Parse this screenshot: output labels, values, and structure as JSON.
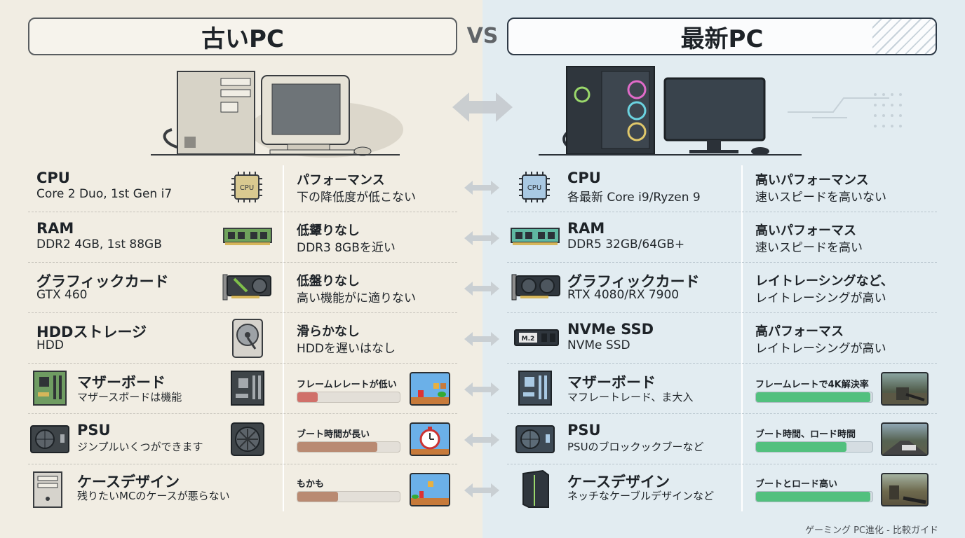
{
  "title_left": "古いPC",
  "title_right": "最新PC",
  "vs": "VS",
  "old": {
    "rows": [
      {
        "label": "CPU",
        "sub": "Core 2 Duo, 1st Gen i7",
        "cmp1": "パフォーマンス",
        "cmp2": "下の降低度が低こない"
      },
      {
        "label": "RAM",
        "sub": "DDR2 4GB, 1st 88GB",
        "cmp1": "低顰りなし",
        "cmp2": "DDR3 8GBを近い"
      },
      {
        "label": "グラフィックカード",
        "sub": "GTX 460",
        "cmp1": "低盤りなし",
        "cmp2": "高い機能がに適りない"
      },
      {
        "label": "HDDストレージ",
        "sub": "HDD",
        "cmp1": "滑らかなし",
        "cmp2": "HDDを遅いはなし"
      },
      {
        "label": "マザーボード",
        "sub": "マザースボードは機能",
        "bar_label": "フレームレレートが低い",
        "fill": 0.2
      },
      {
        "label": "PSU",
        "sub": "ジンプルいくつができます",
        "bar_label": "ブート時間が長い",
        "fill": 0.78
      },
      {
        "label": "ケースデザイン",
        "sub": "残りたいMCのケースが悪らない",
        "bar_label": "もかも",
        "fill": 0.4
      }
    ]
  },
  "new": {
    "rows": [
      {
        "label": "CPU",
        "sub": "各最新 Core i9/Ryzen 9",
        "cmp1": "高いパフォーマンス",
        "cmp2": "速いスピードを高いない"
      },
      {
        "label": "RAM",
        "sub": "DDR5 32GB/64GB+",
        "cmp1": "高いパフォーマス",
        "cmp2": "速いスピードを高い"
      },
      {
        "label": "グラフィックカード",
        "sub": "RTX 4080/RX 7900",
        "cmp1": "レイトレーシングなど、",
        "cmp2": "レイトレーシングが高い"
      },
      {
        "label": "NVMe SSD",
        "sub": "NVMe SSD",
        "cmp1": "高パフォーマス",
        "cmp2": "レイトレーシングが高い"
      },
      {
        "label": "マザーボード",
        "sub": "マフレートレード、ま大入",
        "bar_label": "フレームレートで4K解決率",
        "fill": 0.98
      },
      {
        "label": "PSU",
        "sub": "PSUのブロックックブーなど",
        "bar_label": "ブート時間、ロード時間",
        "fill": 0.78
      },
      {
        "label": "ケースデザイン",
        "sub": "ネッチなケーブルデザインなど",
        "bar_label": "ブートとロード高い",
        "fill": 0.98
      }
    ]
  },
  "icon_texts": {
    "cpu": "CPU",
    "m2": "M.2"
  },
  "footer": "ゲーミング PC進化 - 比較ガイド",
  "colors": {
    "old_bar": "#b98a72",
    "old_bar_first": "#d0706a",
    "new_bar": "#52c07e",
    "left_bg": "#f1ede3",
    "right_bg": "#e2ecf1"
  }
}
